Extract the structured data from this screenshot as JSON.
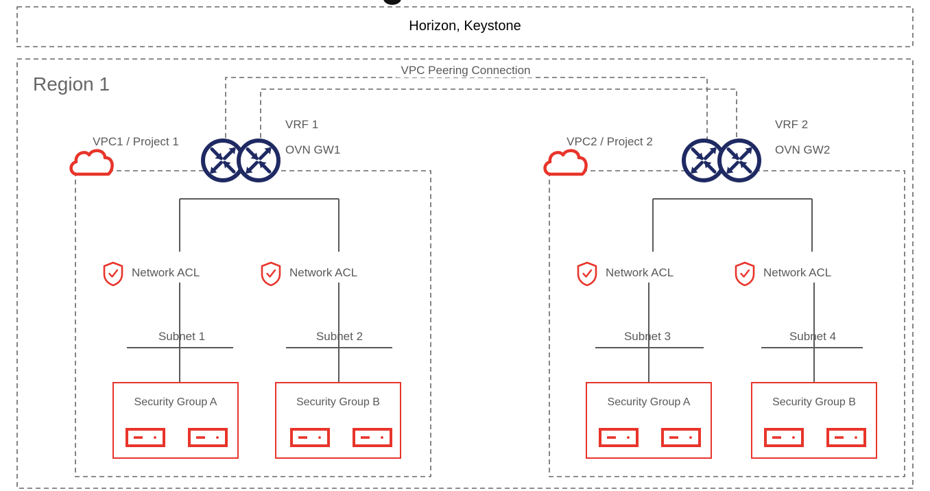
{
  "diagram": {
    "title_bar": {
      "label": "Horizon, Keystone",
      "color": "#000000"
    },
    "region": {
      "label": "Region 1",
      "color": "#666666"
    },
    "peering": {
      "label": "VPC Peering Connection"
    },
    "colors": {
      "router_navy": "#1F2A63",
      "accent_red": "#E8342A",
      "line_gray": "#595959",
      "dash_gray": "#666666",
      "text_gray": "#595959"
    },
    "vpcs": [
      {
        "id": "vpc1",
        "label": "VPC1 / Project 1",
        "cloud_icon": "cloud-icon",
        "gateway": {
          "vrf_label": "VRF 1",
          "gw_label": "OVN GW1",
          "icon": "router-icon"
        },
        "branches": [
          {
            "acl": {
              "label": "Network ACL",
              "icon": "shield-check-icon"
            },
            "subnet": {
              "label": "Subnet 1"
            },
            "security_group": {
              "label": "Security Group A",
              "instances": [
                "instance-icon",
                "instance-icon"
              ]
            }
          },
          {
            "acl": {
              "label": "Network ACL",
              "icon": "shield-check-icon"
            },
            "subnet": {
              "label": "Subnet 2"
            },
            "security_group": {
              "label": "Security Group B",
              "instances": [
                "instance-icon",
                "instance-icon"
              ]
            }
          }
        ]
      },
      {
        "id": "vpc2",
        "label": "VPC2 / Project 2",
        "cloud_icon": "cloud-icon",
        "gateway": {
          "vrf_label": "VRF 2",
          "gw_label": "OVN GW2",
          "icon": "router-icon"
        },
        "branches": [
          {
            "acl": {
              "label": "Network ACL",
              "icon": "shield-check-icon"
            },
            "subnet": {
              "label": "Subnet 3"
            },
            "security_group": {
              "label": "Security Group A",
              "instances": [
                "instance-icon",
                "instance-icon"
              ]
            }
          },
          {
            "acl": {
              "label": "Network ACL",
              "icon": "shield-check-icon"
            },
            "subnet": {
              "label": "Subnet 4"
            },
            "security_group": {
              "label": "Security Group B",
              "instances": [
                "instance-icon",
                "instance-icon"
              ]
            }
          }
        ]
      }
    ]
  }
}
